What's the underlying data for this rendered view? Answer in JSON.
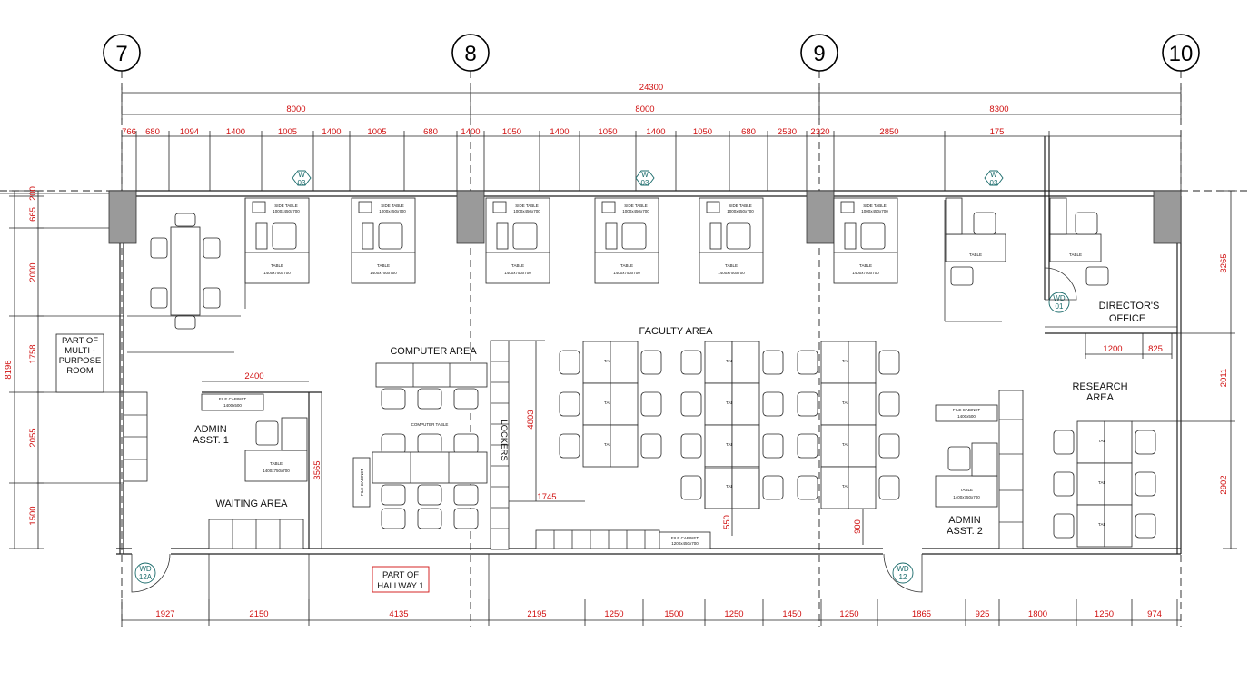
{
  "grid_axes": [
    "7",
    "8",
    "9",
    "10"
  ],
  "top_dims": {
    "overall": "24300",
    "bays": [
      "8000",
      "8000",
      "8300"
    ],
    "detail": [
      "766",
      "680",
      "1094",
      "1400",
      "1005",
      "1400",
      "1005",
      "680",
      "1400",
      "1050",
      "1400",
      "1050",
      "1400",
      "1050",
      "680",
      "2530",
      "2320",
      "2850",
      "175"
    ]
  },
  "bottom_dims": [
    "1927",
    "2150",
    "4135",
    "2195",
    "1250",
    "1500",
    "1250",
    "1450",
    "1250",
    "1865",
    "925",
    "1800",
    "1250",
    "974"
  ],
  "left_dims": {
    "overall": "8196",
    "parts": [
      "200",
      "665",
      "2000",
      "1758",
      "2055",
      "1500"
    ]
  },
  "right_dims": [
    "3265",
    "2011",
    "2902"
  ],
  "inner_dims": {
    "admin_width": "2400",
    "admin_height": "3565",
    "lockers_height": "4803",
    "computer_gap": "1745",
    "faculty_gap": "550",
    "admin2_gap": "900",
    "director_w1": "1200",
    "director_w2": "825"
  },
  "rooms": {
    "multipurpose": "PART OF MULTI - PURPOSE ROOM",
    "admin1": "ADMIN ASST. 1",
    "waiting": "WAITING AREA",
    "computer": "COMPUTER AREA",
    "faculty": "FACULTY AREA",
    "director": "DIRECTOR'S OFFICE",
    "research": "RESEARCH AREA",
    "admin2": "ADMIN ASST. 2",
    "hallway": "PART OF HALLWAY 1",
    "lockers": "LOCKERS"
  },
  "tags": {
    "w03": [
      "W",
      "03"
    ],
    "wd01": [
      "WD",
      "01"
    ],
    "wd12a": [
      "WD",
      "12A"
    ],
    "wd12": [
      "WD",
      "12"
    ]
  },
  "furniture_labels": {
    "side_table": "SIDE TABLE",
    "side_table_size": "1000x450x700",
    "table": "TABLE",
    "table_size": "1400x750x700",
    "file_cabinet": "FILE CABINET",
    "file_cabinet_size": "1400x500",
    "computer_table": "COMPUTER TABLE",
    "long_cabinet": "FILE CABINET",
    "long_cabinet_size": "1200x450x700"
  }
}
